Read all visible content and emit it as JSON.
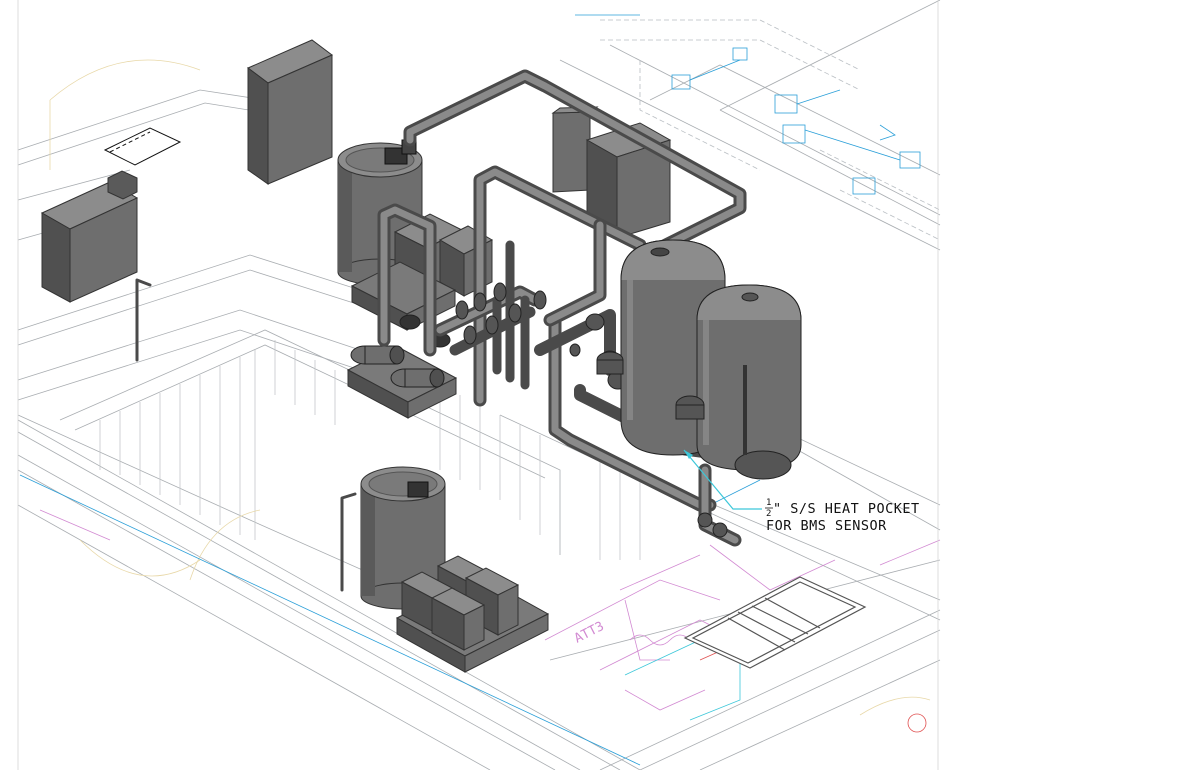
{
  "annotation": {
    "fraction_num": "1",
    "fraction_den": "2",
    "line1_rest": "\" S/S HEAT POCKET",
    "line2": "FOR BMS SENSOR"
  },
  "room_tag": "ATT3",
  "colors": {
    "equipment_front": "#6e6e6e",
    "equipment_side": "#505050",
    "equipment_top": "#8c8c8c",
    "pipe": "#4a4a4a",
    "linework": "#9aa0a6",
    "blue_linework": "#2a9fd8",
    "magenta_linework": "#d28ad2",
    "leader": "#3cc7d9"
  }
}
